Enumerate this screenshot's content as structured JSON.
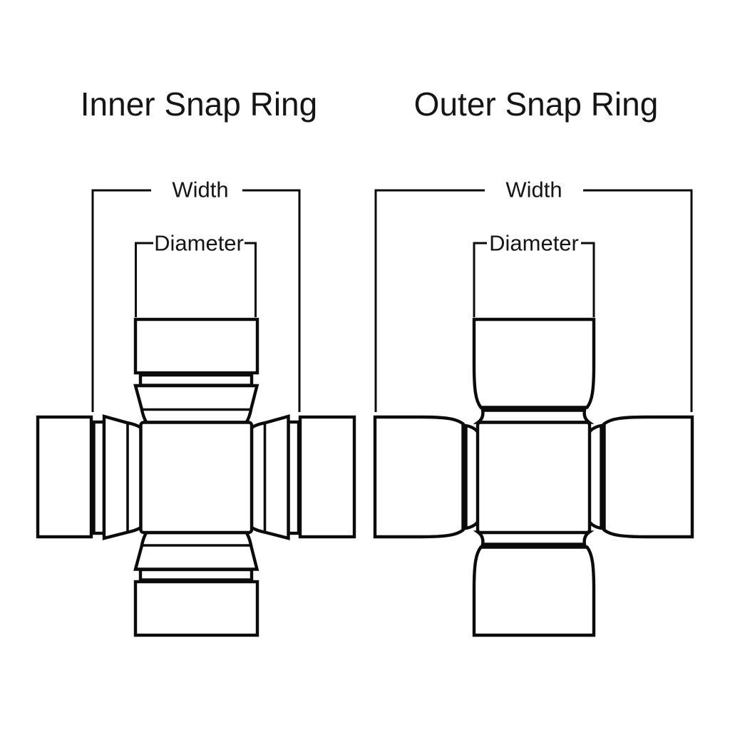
{
  "canvas": {
    "background": "#ffffff",
    "line_color": "#0b0b0b",
    "text_color": "#151515"
  },
  "diagrams": {
    "inner": {
      "title": "Inner Snap Ring",
      "width_label": "Width",
      "diameter_label": "Diameter"
    },
    "outer": {
      "title": "Outer Snap Ring",
      "width_label": "Width",
      "diameter_label": "Diameter"
    }
  }
}
